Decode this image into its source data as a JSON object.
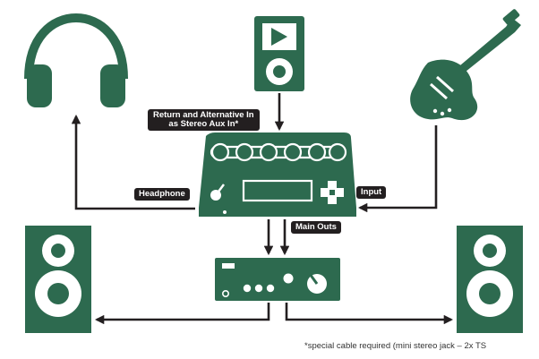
{
  "labels": {
    "return_line1": "Return and Alternative In",
    "return_line2": "as Stereo Aux In*",
    "headphone": "Headphone",
    "input": "Input",
    "main_outs": "Main Outs"
  },
  "footnote": "*special cable required (mini stereo jack – 2x TS",
  "colors": {
    "device_green": "#2d6a4f",
    "line_dark": "#231f20",
    "label_bg": "#231f20",
    "background": "#ffffff"
  },
  "icons": {
    "headphones": "headphones-icon",
    "media_player": "media-player-icon",
    "guitar": "electric-guitar-icon",
    "pedal": "effects-pedal-device",
    "amplifier": "amplifier-device",
    "speaker_left": "speaker-left-icon",
    "speaker_right": "speaker-right-icon"
  }
}
